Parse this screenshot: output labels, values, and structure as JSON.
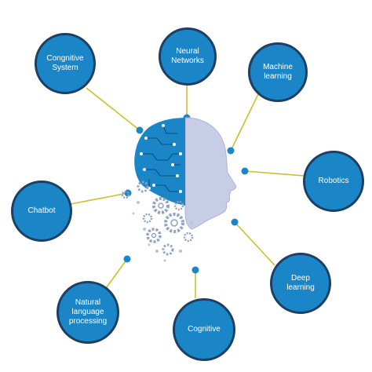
{
  "colors": {
    "node_fill": "#1a86c8",
    "node_border": "#1c3f63",
    "connector": "#c9c12a",
    "dot": "#1a86c8",
    "brain": "#1a86c8",
    "face": "#c8cde6",
    "gears": "#8fa2c9"
  },
  "diagram": {
    "center": {
      "icon": "ai-head-brain-gears-icon"
    },
    "nodes": [
      {
        "id": "congnitive-system",
        "label": "Congnitive\nSystem"
      },
      {
        "id": "neural-networks",
        "label": "Neural\nNetworks"
      },
      {
        "id": "machine-learning",
        "label": "Machine\nlearning"
      },
      {
        "id": "robotics",
        "label": "Robotics"
      },
      {
        "id": "deep-learning",
        "label": "Deep\nlearning"
      },
      {
        "id": "cognitive",
        "label": "Cognitive"
      },
      {
        "id": "nlp",
        "label": "Natural\nlanguage\nprocessing"
      },
      {
        "id": "chatbot",
        "label": "Chatbot"
      }
    ]
  }
}
